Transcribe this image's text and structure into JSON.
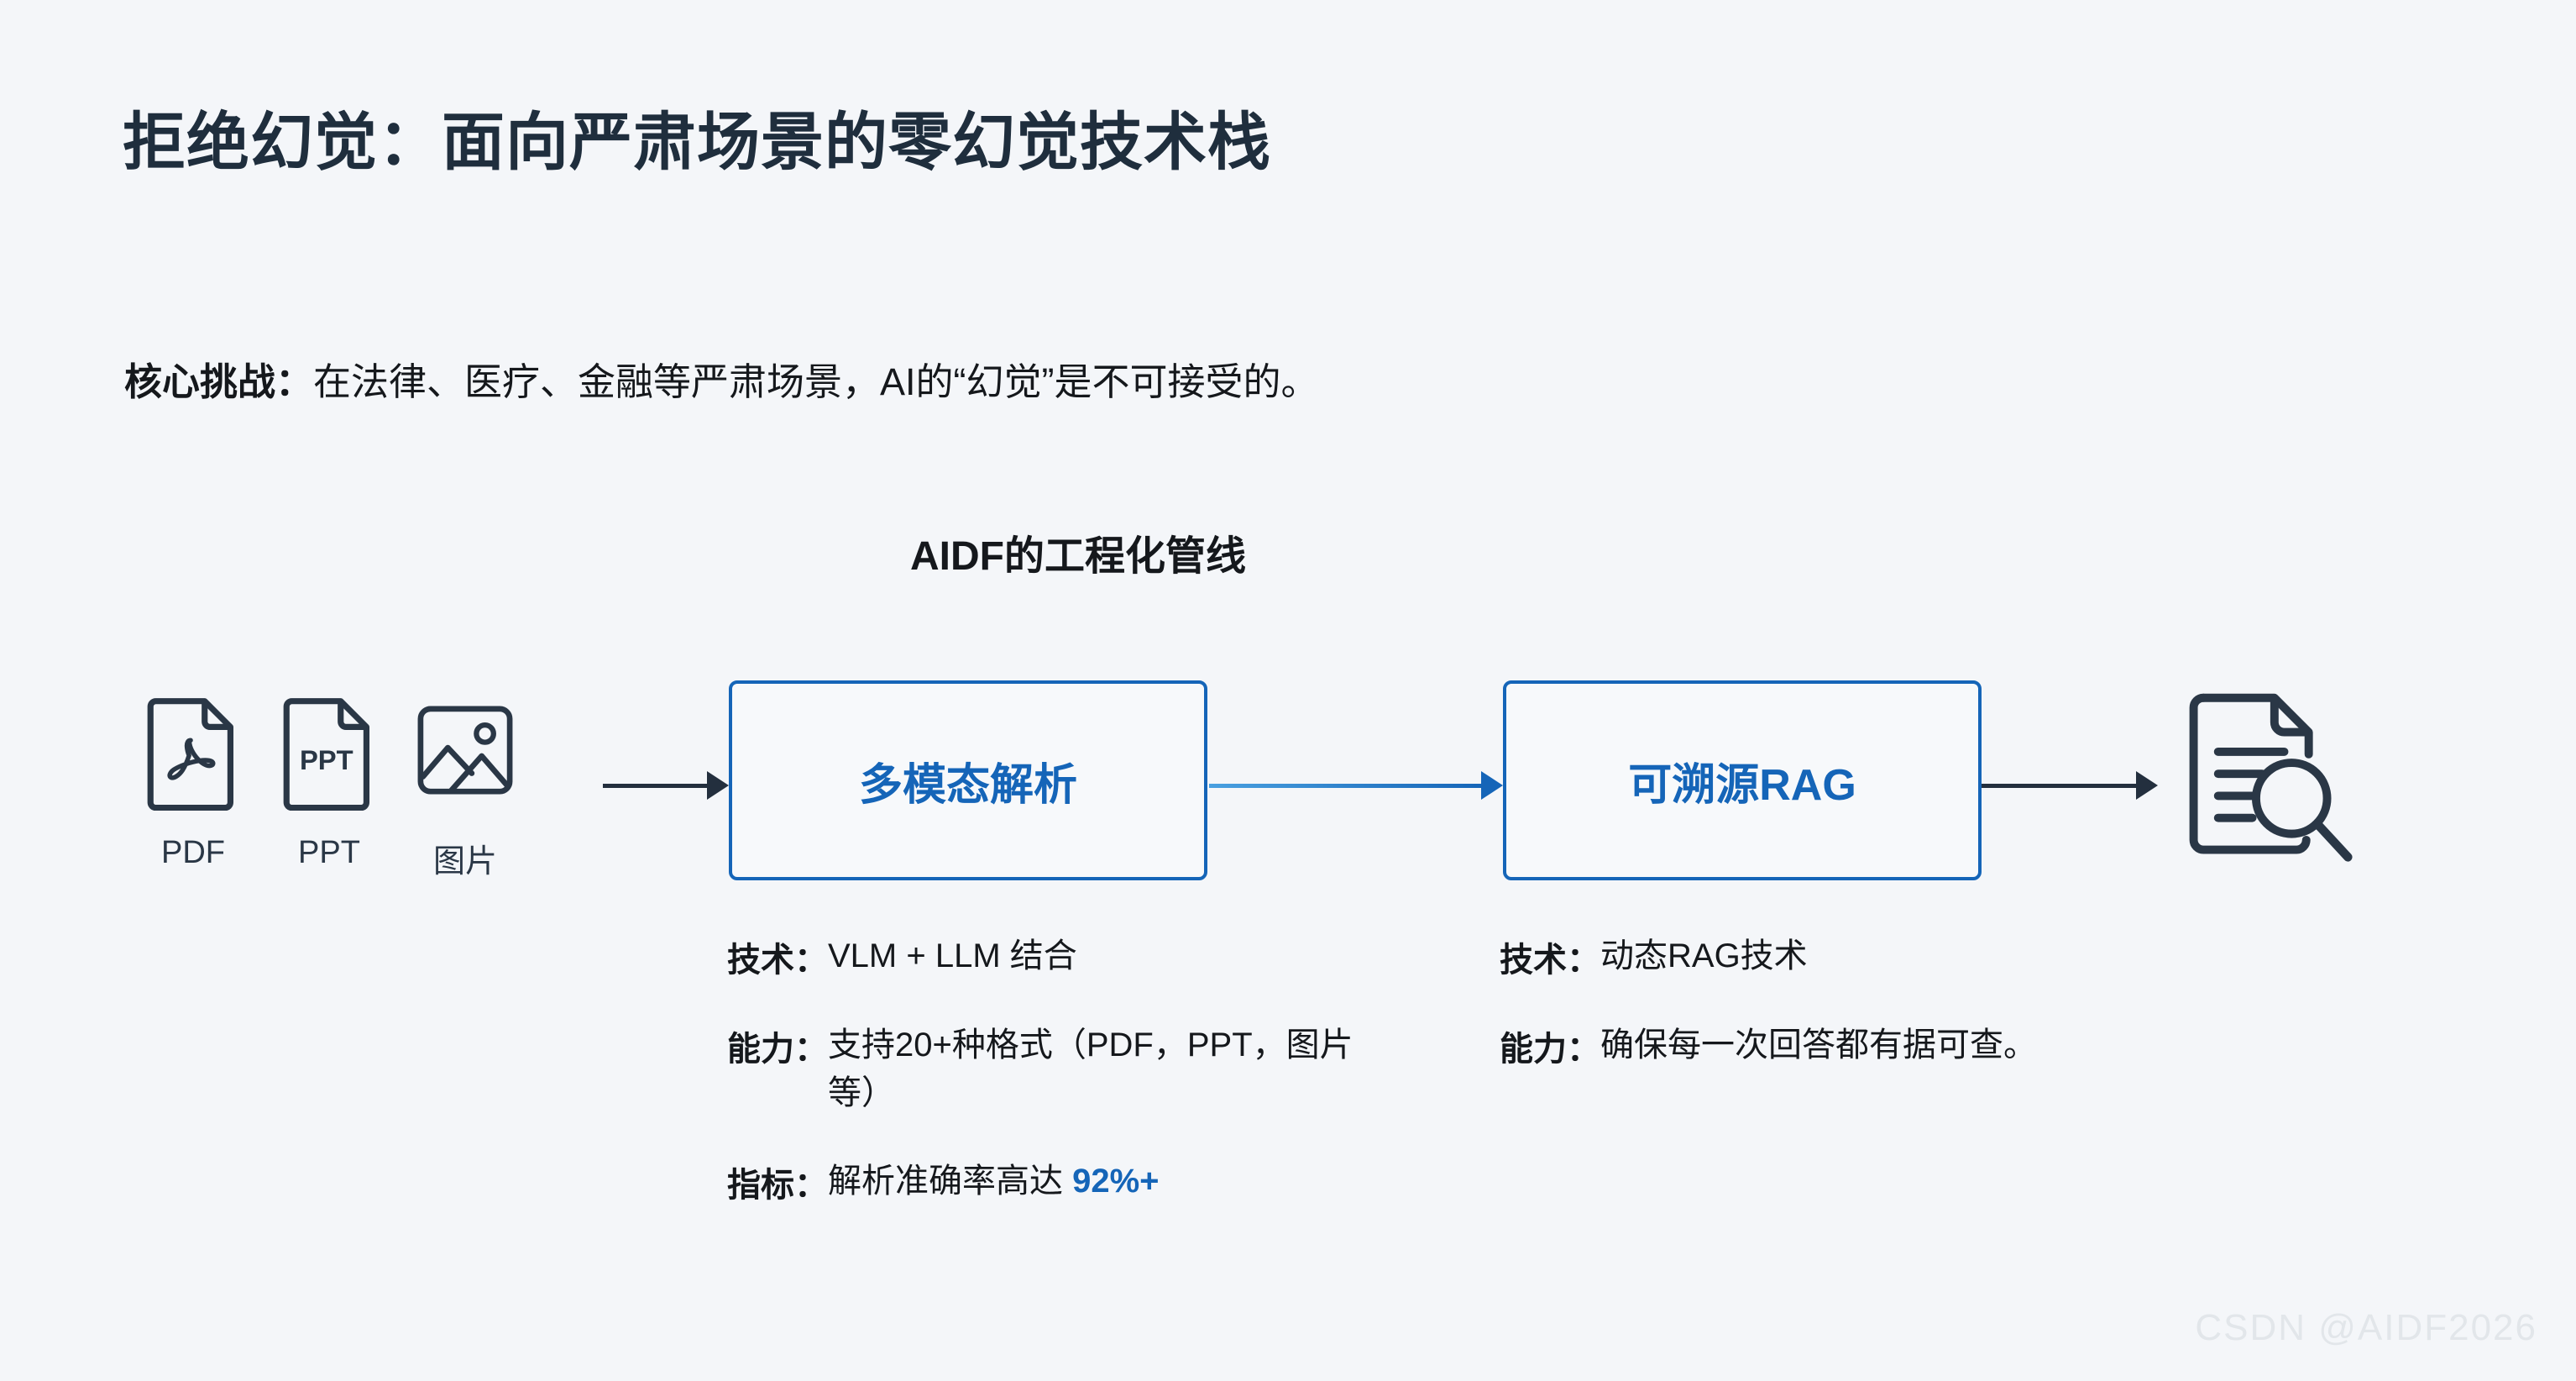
{
  "slide": {
    "background_color": "#f4f6f9",
    "title": "拒绝幻觉：面向严肃场景的零幻觉技术栈",
    "title_color": "#1f2e3d"
  },
  "challenge": {
    "label": "核心挑战：",
    "text": "在法律、医疗、金融等严肃场景，AI的“幻觉”是不可接受的。"
  },
  "pipeline": {
    "heading": "AIDF的工程化管线",
    "accent_color": "#1565b8",
    "dark_color": "#232f3e",
    "sources": [
      {
        "icon": "pdf-file-icon",
        "caption": "PDF"
      },
      {
        "icon": "ppt-file-icon",
        "caption": "PPT",
        "badge": "PPT"
      },
      {
        "icon": "image-file-icon",
        "caption": "图片"
      }
    ],
    "arrows": [
      {
        "name": "arrow-sources-to-stage1",
        "color": "#232f3e",
        "style": "dark"
      },
      {
        "name": "arrow-stage1-to-stage2",
        "color": "#1565b8",
        "style": "blue"
      },
      {
        "name": "arrow-stage2-to-output",
        "color": "#232f3e",
        "style": "dark"
      }
    ],
    "stages": [
      {
        "label": "多模态解析"
      },
      {
        "label": "可溯源RAG"
      }
    ],
    "output": {
      "icon": "document-search-icon"
    }
  },
  "details": {
    "column_1": [
      {
        "key": "技术：",
        "value": "VLM + LLM 结合"
      },
      {
        "key": "能力：",
        "value": "支持20+种格式（PDF，PPT，图片等）"
      },
      {
        "key": "指标：",
        "value_prefix": "解析准确率高达 ",
        "highlight": "92%+"
      }
    ],
    "column_2": [
      {
        "key": "技术：",
        "value": "动态RAG技术"
      },
      {
        "key": "能力：",
        "value": "确保每一次回答都有据可查。"
      }
    ]
  },
  "watermark": {
    "text": "CSDN @AIDF2026"
  }
}
